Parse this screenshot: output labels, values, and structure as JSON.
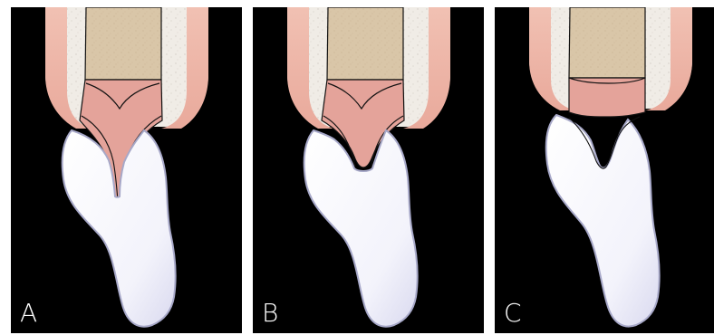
{
  "figure": {
    "panels": [
      {
        "label": "A"
      },
      {
        "label": "B"
      },
      {
        "label": "C"
      }
    ]
  }
}
